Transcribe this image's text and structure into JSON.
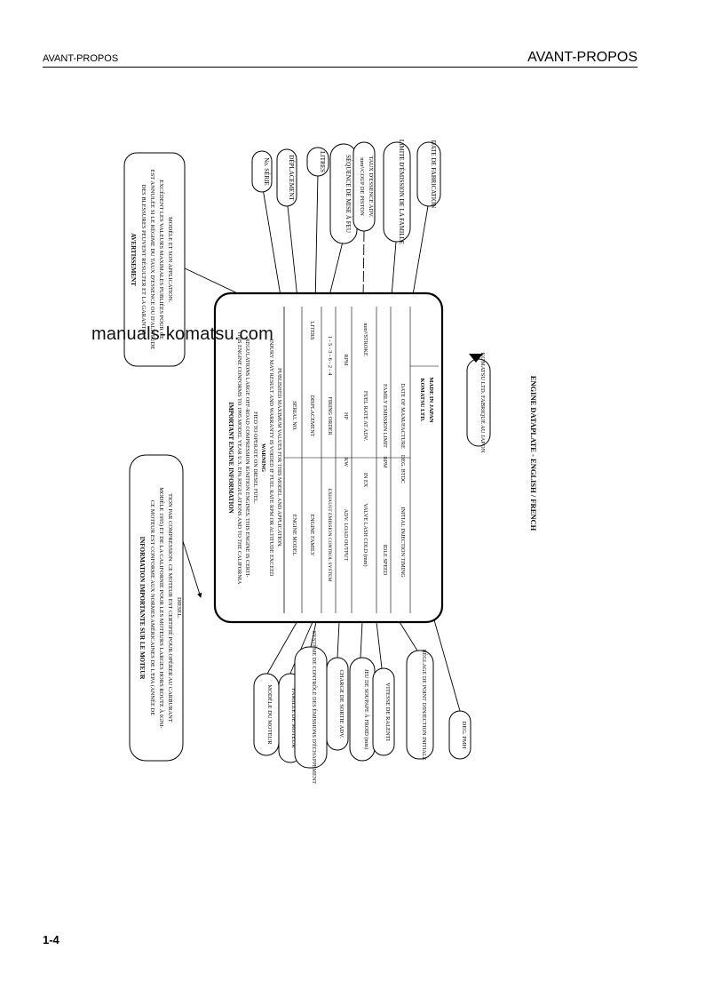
{
  "header": {
    "left": "AVANT-PROPOS",
    "right": "AVANT-PROPOS"
  },
  "page_number": "1-4",
  "watermark": "manuals-komatsu.com",
  "figure": {
    "caption": "ENGINE DATAPLATE - ENGLISH / FRENCH",
    "plate_maker_label": "KOMATSU LTD. FABRIQUÉ AU JAPON",
    "plate": {
      "title": "IMPORTANT ENGINE INFORMATION",
      "intro_lines": [
        "THIS ENGINE CONFORMS TO 1995 MODEL YEAR U.S. EPA REGULATIONS AND TO THE CALIFORNIA",
        "REGULATIONS LARGE OFF-ROAD COMPRESSION IGNITION ENGINES. THIS ENGINE IS CERTI-",
        "FIED TO OPERATE ON DIESEL FUEL."
      ],
      "warning_title": "WARNING",
      "warning_lines": [
        "INJURY MAY RESULT AND WARRANTY IS VOIDED IF FUEL RATE RPM OR ALTITUDE EXCEED",
        "PUBLISHED MAXIMUM VALUES FOR THIS MODEL AND APPLICATION."
      ],
      "rows": [
        {
          "left": "ENGINE MODEL",
          "right": "SERIAL NO."
        },
        {
          "left": "ENGINE FAMILY",
          "right": "DISPLACEMENT",
          "extra": "LITERS"
        },
        {
          "left": "EXHAUST EMISSION CONTROL SYSTEM",
          "right": "FIRING ORDER",
          "extra": "1 - 5 - 3 - 6 - 2 - 4"
        },
        {
          "left": "ADV. LOAD OUTPUT",
          "mid": "KW",
          "right": "HP",
          "extra": "RPM"
        },
        {
          "left": "VALVE LASH COLD (mm)",
          "mid": "IN   EX",
          "right": "FUEL RATE AT ADV.",
          "extra": "mm³/STROKE"
        },
        {
          "left": "IDLE SPEED",
          "mid": "RPM",
          "right": "FAMILY EMISSION LIMIT"
        },
        {
          "left": "INITIAL INJECTION TIMING",
          "mid": "DEG. BTDC",
          "right": "DATE OF MANUFACTURE"
        }
      ],
      "maker": "KOMATSU LTD.",
      "made_in": "MADE IN JAPAN"
    },
    "callouts_top": [
      "No. SÉRIE",
      "DÉPLACEMENT",
      "LITRES",
      "SÉQUENCE DE MISE À FEU",
      "mm³/COUP DE PISTON",
      "TAUX D'ESSENCE ADV.",
      "LIMITE D'ÉMISSION DE LA FAMILLE",
      "DATE DE FABRICATION"
    ],
    "callouts_bottom": [
      "MODÈLE DU MOTEUR",
      "FAMILLE DE MOTEUR",
      "SYSTÈME DE CONTRÔLE DES ÉMISSIONS D'ÉCHAPPEMENT",
      "CHARGE DE SORTIE ADV.",
      "JEU DE SOUPAPE À FROID (mm)",
      "VITESSE DE RALENTI",
      "RÉGLAGE DE POINT D'INJECTION INITIALE",
      "DEG. PMH"
    ],
    "note_warning": {
      "title": "AVERTISSEMENT",
      "lines": [
        "DES BLESSURES PEUVENT RÉSULTER ET LA GARANTIE",
        "EST ANNULÉE SI LE RÉGIME DU TAUX D'ESSENCE OU D'ALTITUDE",
        "EXCÈDENT LES VALEURS MAXIMALES PUBLIÉES POUR CE",
        "MODÈLE ET SON APPLICATION."
      ]
    },
    "note_info": {
      "title": "INFORMATION IMPORTANTE SUR LE MOTEUR",
      "lines": [
        "CE MOTEUR EST CONFORME AUX NORMES AMÉRICAINES DE L'EPA (ANNÉE DE",
        "MODÈLE 1995) ET DE LA CALIFORNIE POUR LES MOTEURS LARGES HORS ROUTE À IGNI-",
        "TION PAR COMPRESSION. CE MOTEUR EST CERTIFIÉ POUR OPÉRER AU CARBURANT",
        "DIESEL."
      ]
    }
  }
}
